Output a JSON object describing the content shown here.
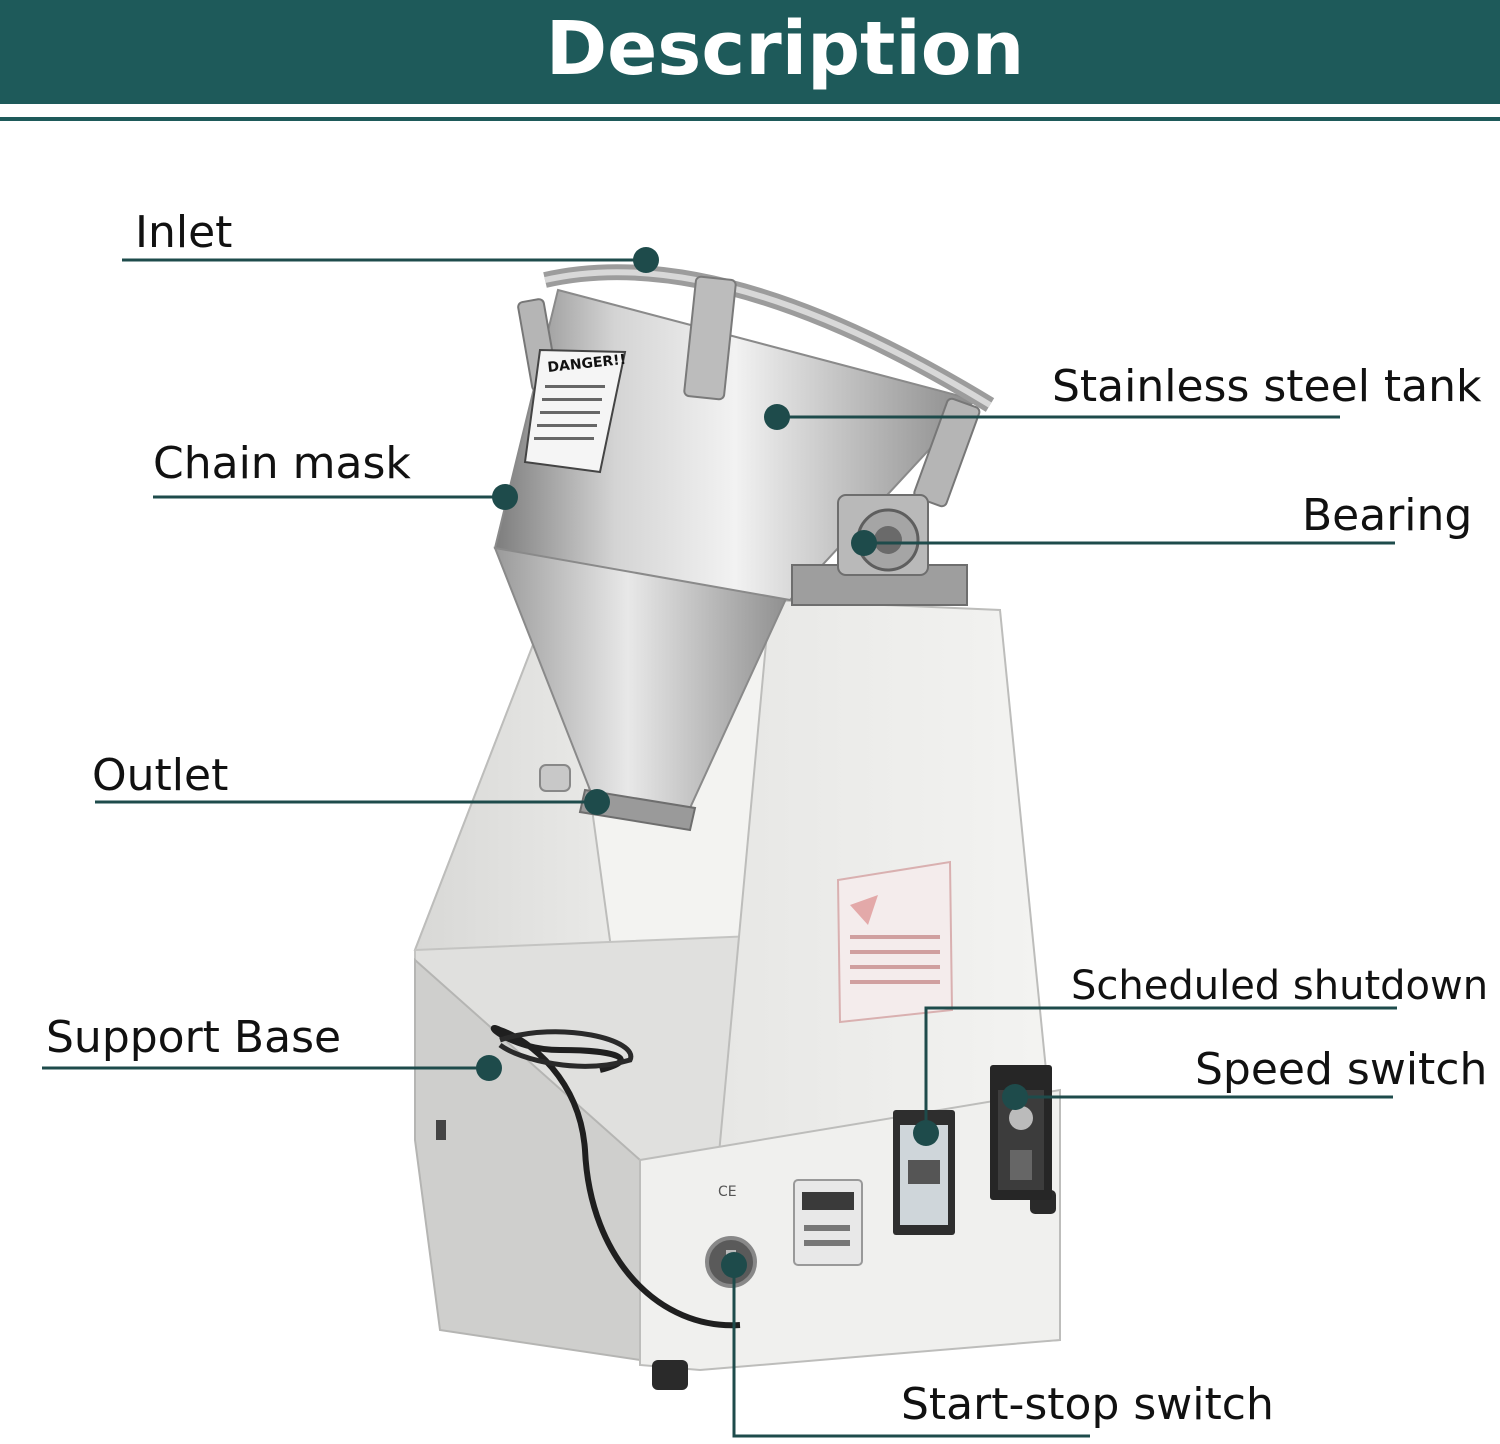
{
  "title": "Description",
  "colors": {
    "banner": "#1e5a5a",
    "leader": "#1e4b4b"
  },
  "callouts": [
    {
      "id": "inlet",
      "label": "Inlet"
    },
    {
      "id": "stainless-steel-tank",
      "label": "Stainless steel tank"
    },
    {
      "id": "chain-mask",
      "label": "Chain mask"
    },
    {
      "id": "bearing",
      "label": "Bearing"
    },
    {
      "id": "outlet",
      "label": "Outlet"
    },
    {
      "id": "scheduled-shutdown",
      "label": "Scheduled shutdown"
    },
    {
      "id": "support-base",
      "label": "Support Base"
    },
    {
      "id": "speed-switch",
      "label": "Speed switch"
    },
    {
      "id": "start-stop-switch",
      "label": "Start-stop switch"
    }
  ],
  "machine_labels": {
    "danger_sticker": "DANGER!!",
    "ce_mark": "CE"
  }
}
